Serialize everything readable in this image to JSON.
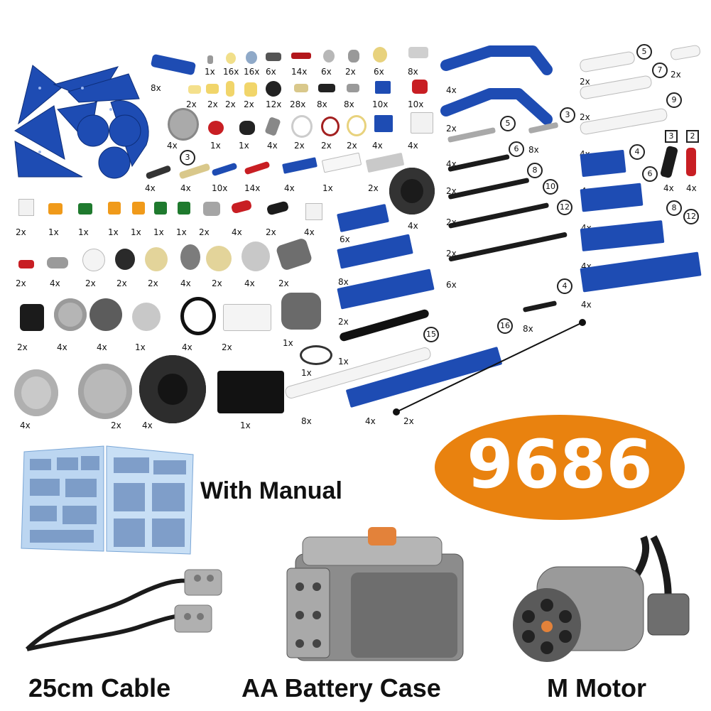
{
  "set_number": "9686",
  "accent_color": "#e9820f",
  "blue_part_color": "#1e4cb3",
  "captions": {
    "manual": "With Manual",
    "cable": "25cm Cable",
    "battery": "AA Battery Case",
    "motor": "M Motor"
  },
  "counts": {
    "panels": "8x",
    "r1": [
      "1x",
      "16x",
      "16x",
      "6x",
      "14x",
      "6x",
      "2x",
      "6x",
      "8x"
    ],
    "r2": [
      "2x",
      "2x",
      "2x",
      "2x",
      "12x",
      "28x",
      "8x",
      "8x",
      "10x"
    ],
    "r3": [
      "4x",
      "1x",
      "1x",
      "4x",
      "2x",
      "2x",
      "2x",
      "4x",
      "4x"
    ],
    "r4": [
      "4x",
      "4x",
      "10x",
      "14x",
      "4x",
      "1x",
      "2x",
      "4x"
    ],
    "r5": [
      "2x",
      "1x",
      "1x",
      "1x",
      "1x",
      "1x",
      "1x",
      "2x",
      "4x",
      "2x",
      "4x"
    ],
    "r6": [
      "2x",
      "4x",
      "2x",
      "2x",
      "2x",
      "4x",
      "2x",
      "4x",
      "2x"
    ],
    "r7": [
      "2x",
      "4x",
      "4x",
      "1x",
      "4x",
      "2x",
      "1x"
    ],
    "r8": [
      "4x",
      "2x",
      "4x",
      "1x"
    ],
    "mid_plates": [
      "6x",
      "8x",
      "2x"
    ],
    "mid_misc": [
      "1x",
      "1x",
      "8x",
      "4x",
      "2x"
    ],
    "angled": [
      "4x",
      "2x"
    ],
    "axles": [
      "4x",
      "2x",
      "2x",
      "2x",
      "6x",
      "8x",
      "8x"
    ],
    "right_beams": [
      "2x",
      "2x",
      "2x",
      "4x"
    ],
    "right_small": [
      "2x",
      "4x",
      "4x"
    ],
    "right_bricks": [
      "4x",
      "4x",
      "4x",
      "4x",
      "4x"
    ]
  },
  "sizes": {
    "beam5": "5",
    "beam7": "7",
    "beam9": "9",
    "axle3": "3",
    "axle5": "5",
    "axle6": "6",
    "axle8": "8",
    "axle10": "10",
    "axle12": "12",
    "axle4": "4",
    "brick4": "4",
    "brick6": "6",
    "brick8": "8",
    "brick12": "12",
    "beam15": "15",
    "brick16": "16",
    "pin3": "3",
    "pin2": "2",
    "pin3b": "3"
  },
  "icons": [
    "manual-booklet-icon",
    "cable-icon",
    "battery-case-icon",
    "motor-icon"
  ]
}
